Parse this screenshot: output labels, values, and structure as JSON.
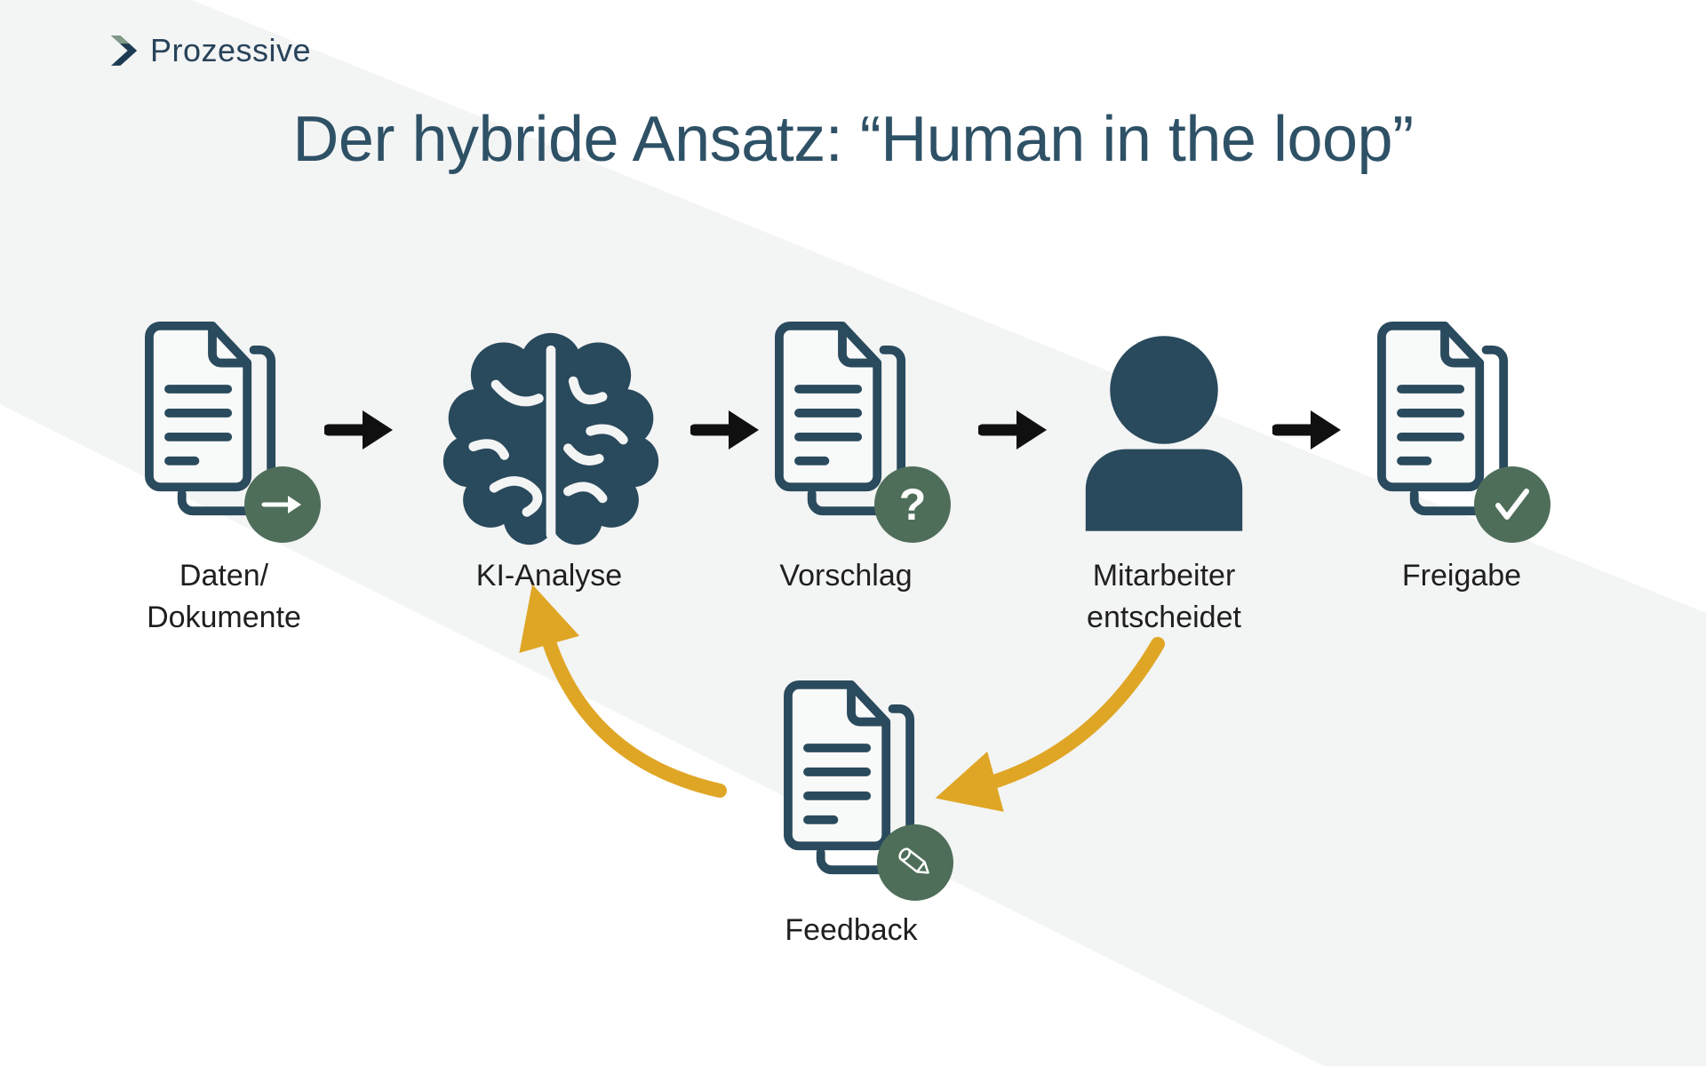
{
  "colors": {
    "background": "#ffffff",
    "diagonal_band": "#f3f4f4",
    "icon_dark_teal": "#2a4a5d",
    "badge_green": "#4e6e59",
    "loop_arrow_yellow": "#dfa626",
    "connector_black": "#101010",
    "title_color": "#2e5166",
    "label_color": "#1f1f1f"
  },
  "logo": {
    "name": "Prozessive"
  },
  "title": "Der hybride Ansatz: “Human in the loop”",
  "badge_glyphs": {
    "question": "?"
  },
  "steps": [
    {
      "key": "daten-dokumente",
      "icon": "stacked-documents",
      "badge": "arrow-right",
      "lines": [
        "Daten/",
        "Dokumente"
      ]
    },
    {
      "key": "ki-analyse",
      "icon": "brain",
      "badge": "",
      "lines": [
        "KI-Analyse"
      ]
    },
    {
      "key": "vorschlag",
      "icon": "stacked-documents",
      "badge": "question-mark",
      "lines": [
        "Vorschlag"
      ]
    },
    {
      "key": "mitarbeiter-entscheidet",
      "icon": "person",
      "badge": "",
      "lines": [
        "Mitarbeiter",
        "entscheidet"
      ]
    },
    {
      "key": "freigabe",
      "icon": "stacked-documents",
      "badge": "check-mark",
      "lines": [
        "Freigabe"
      ]
    }
  ],
  "feedback": {
    "key": "feedback",
    "icon": "stacked-documents",
    "badge": "pencil",
    "lines": [
      "Feedback"
    ]
  }
}
